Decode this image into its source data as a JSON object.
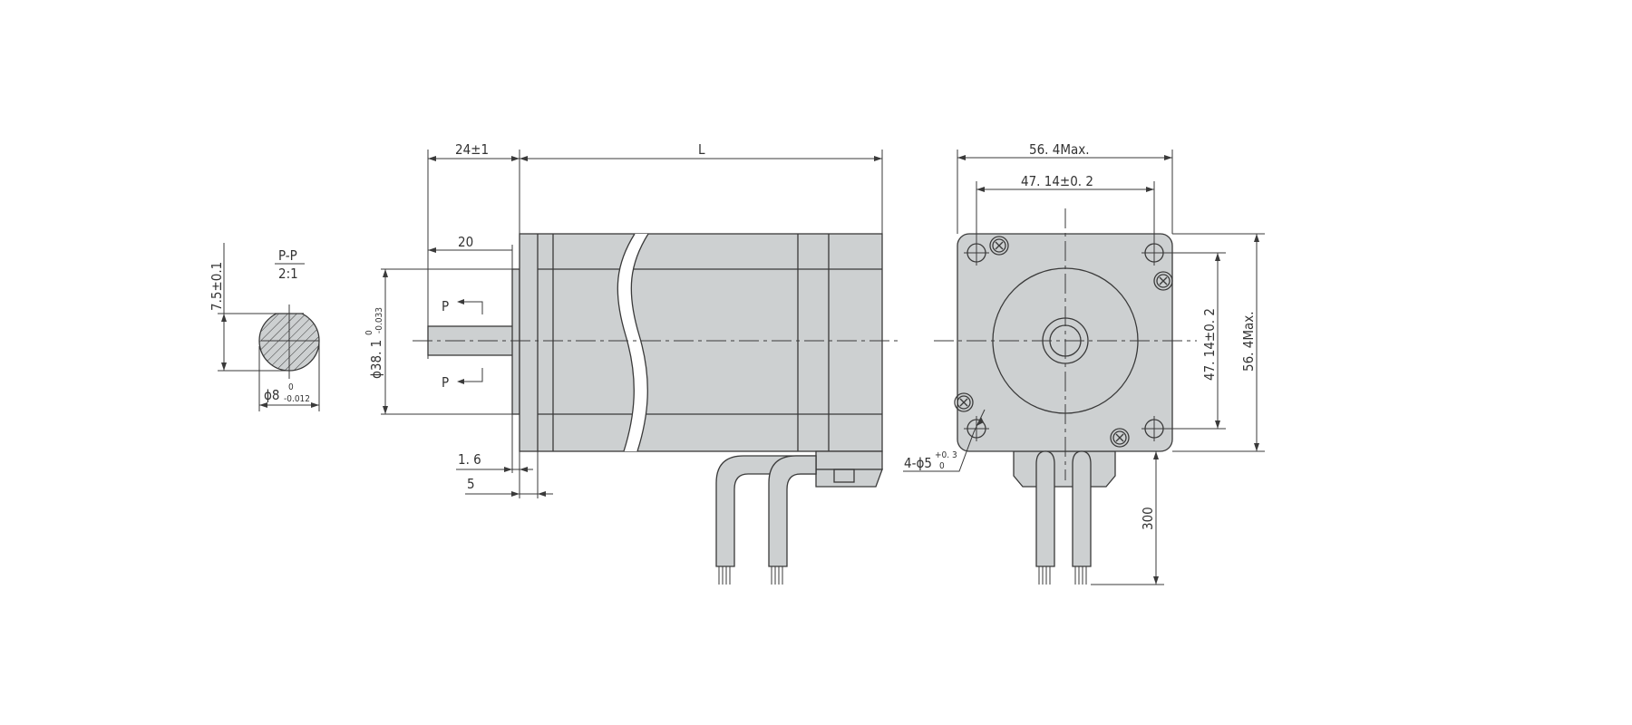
{
  "section_view": {
    "title": "P-P",
    "scale": "2:1",
    "flat_dim": "7.5±0.1",
    "dia_main": "ϕ8",
    "dia_tol_upper": "0",
    "dia_tol_lower": "-0.012"
  },
  "side_view": {
    "shaft_length": "24±1",
    "key_length": "20",
    "body_length": "L",
    "pilot_dia_main": "ϕ38. 1",
    "pilot_tol_upper": "0",
    "pilot_tol_lower": "-0.033",
    "section_label_top": "P",
    "section_label_bottom": "P",
    "pilot_height": "1. 6",
    "flange_thickness": "5"
  },
  "front_view": {
    "width_max": "56. 4Max.",
    "hole_spacing": "47. 14±0. 2",
    "height_max": "56. 4Max.",
    "hole_spacing_v": "47. 14±0. 2",
    "hole_callout": "4-ϕ5",
    "hole_tol_upper": "+0. 3",
    "hole_tol_lower": "0",
    "cable_length": "300"
  },
  "colors": {
    "body_fill": "#cdd0d1",
    "line": "#3a3a3a"
  }
}
